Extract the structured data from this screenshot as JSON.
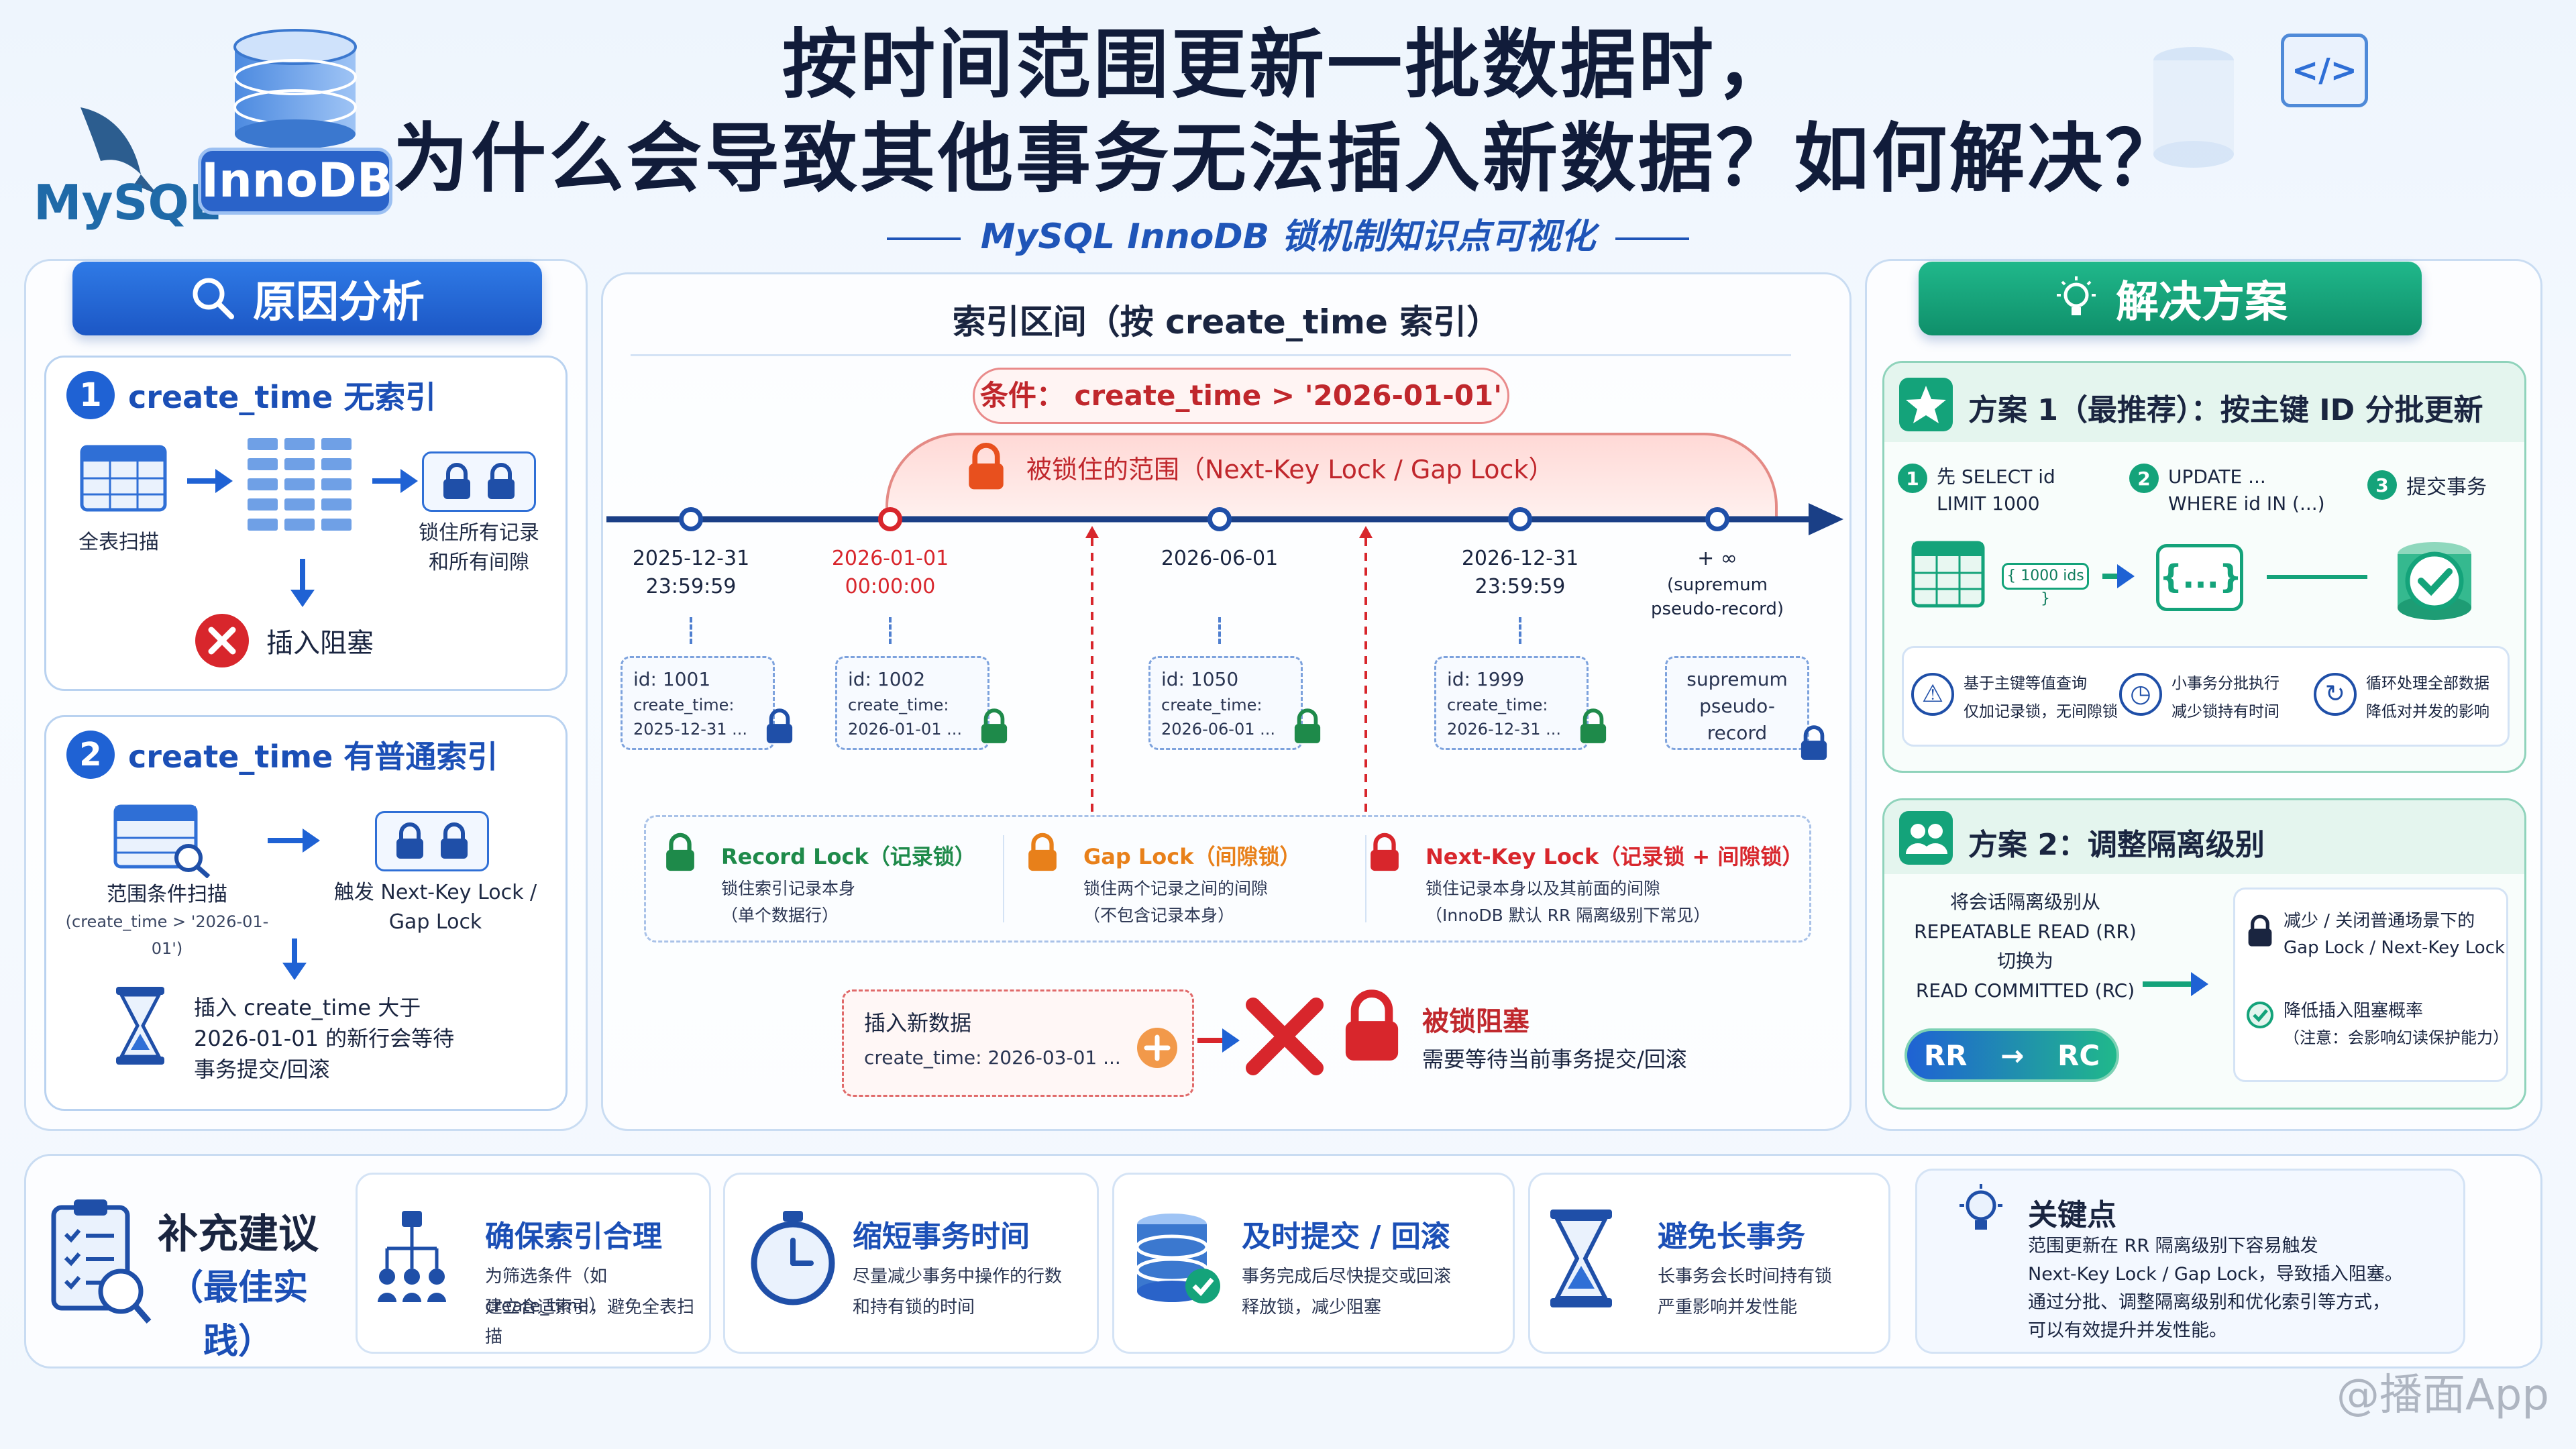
{
  "header": {
    "title_line1": "按时间范围更新一批数据时，",
    "title_line2": "为什么会导致其他事务无法插入新数据？如何解决？",
    "subtitle": "MySQL InnoDB 锁机制知识点可视化",
    "mysql_logo": "MySQL",
    "innodb_logo": "InnoDB"
  },
  "left": {
    "header": "原因分析",
    "case1": {
      "num": "1",
      "title": "create_time 无索引",
      "scan_label": "全表扫描",
      "lock_label_1": "锁住所有记录",
      "lock_label_2": "和所有间隙",
      "result": "插入阻塞"
    },
    "case2": {
      "num": "2",
      "title": "create_time 有普通索引",
      "scan_label_1": "范围条件扫描",
      "scan_label_2": "(create_time > '2026-01-01')",
      "lock_label_1": "触发 Next-Key Lock /",
      "lock_label_2": "Gap Lock",
      "wait_1": "插入 create_time 大于",
      "wait_2": "2026-01-01 的新行会等待",
      "wait_3": "事务提交/回滚"
    }
  },
  "center": {
    "title": "索引区间（按 create_time 索引）",
    "condition": "条件： create_time > '2026-01-01'",
    "locked_range": "被锁住的范围（Next-Key Lock / Gap Lock）",
    "ticks": [
      {
        "l1": "2025-12-31",
        "l2": "23:59:59",
        "red": false
      },
      {
        "l1": "2026-01-01",
        "l2": "00:00:00",
        "red": true
      },
      {
        "l1": "2026-06-01",
        "l2": "",
        "red": false
      },
      {
        "l1": "2026-12-31",
        "l2": "23:59:59",
        "red": false
      },
      {
        "l1": "+ ∞",
        "l2": "(supremum",
        "l3": "pseudo-record)",
        "red": false
      }
    ],
    "records": [
      {
        "l1": "id: 1001",
        "l2": "create_time:",
        "l3": "2025-12-31 ..."
      },
      {
        "l1": "id: 1002",
        "l2": "create_time:",
        "l3": "2026-01-01 ..."
      },
      {
        "l1": "id: 1050",
        "l2": "create_time:",
        "l3": "2026-06-01 ..."
      },
      {
        "l1": "id: 1999",
        "l2": "create_time:",
        "l3": "2026-12-31 ..."
      },
      {
        "l1": "supremum",
        "l2": "pseudo-record",
        "l3": ""
      }
    ],
    "legend": [
      {
        "title": "Record Lock（记录锁）",
        "d1": "锁住索引记录本身",
        "d2": "（单个数据行）",
        "color": "#1e8a4a"
      },
      {
        "title": "Gap Lock（间隙锁）",
        "d1": "锁住两个记录之间的间隙",
        "d2": "（不包含记录本身）",
        "color": "#e8801a"
      },
      {
        "title": "Next-Key Lock（记录锁 + 间隙锁）",
        "d1": "锁住记录本身以及其前面的间隙",
        "d2": "（InnoDB 默认 RR 隔离级别下常见）",
        "color": "#d8262c"
      }
    ],
    "insert": {
      "title": "插入新数据",
      "value": "create_time: 2026-03-01 ...",
      "blocked": "被锁阻塞",
      "blocked_desc": "需要等待当前事务提交/回滚"
    }
  },
  "right": {
    "header": "解决方案",
    "plan1": {
      "title": "方案 1（最推荐）：按主键 ID 分批更新",
      "step1": {
        "num": "1",
        "l1": "先 SELECT id",
        "l2": "LIMIT 1000"
      },
      "step2": {
        "num": "2",
        "l1": "UPDATE ...",
        "l2": "WHERE id IN (...)"
      },
      "step3": {
        "num": "3",
        "l1": "提交事务"
      },
      "ids_tag": "{ 1000 ids }",
      "code_tag": "{...}",
      "notes": [
        {
          "l1": "基于主键等值查询",
          "l2": "仅加记录锁，无间隙锁"
        },
        {
          "l1": "小事务分批执行",
          "l2": "减少锁持有时间"
        },
        {
          "l1": "循环处理全部数据",
          "l2": "降低对并发的影响"
        }
      ]
    },
    "plan2": {
      "title": "方案 2：调整隔离级别",
      "l1": "将会话隔离级别从",
      "l2": "REPEATABLE READ (RR)",
      "l3": "切换为",
      "l4": "READ COMMITTED (RC)",
      "rr": "RR",
      "rc": "RC",
      "b1_1": "减少 / 关闭普通场景下的",
      "b1_2": "Gap Lock / Next-Key Lock",
      "b2_1": "降低插入阻塞概率",
      "b2_2": "（注意：会影响幻读保护能力）"
    }
  },
  "bottom": {
    "title_1": "补充建议",
    "title_2": "（最佳实践）",
    "tips": [
      {
        "title": "确保索引合理",
        "d1": "为筛选条件（如 create_time）",
        "d2": "建立合适索引，避免全表扫描"
      },
      {
        "title": "缩短事务时间",
        "d1": "尽量减少事务中操作的行数",
        "d2": "和持有锁的时间"
      },
      {
        "title": "及时提交 / 回滚",
        "d1": "事务完成后尽快提交或回滚",
        "d2": "释放锁，减少阻塞"
      },
      {
        "title": "避免长事务",
        "d1": "长事务会长时间持有锁",
        "d2": "严重影响并发性能"
      }
    ],
    "key": {
      "title": "关键点",
      "l1": "范围更新在 RR 隔离级别下容易触发",
      "l2": "Next-Key Lock / Gap Lock，导致插入阻塞。",
      "l3": "通过分批、调整隔离级别和优化索引等方式，",
      "l4": "可以有效提升并发性能。"
    }
  },
  "watermark": "@播面App",
  "colors": {
    "blue": "#1f62d4",
    "green": "#14a37a",
    "red": "#d8262c",
    "orange": "#e8801a"
  }
}
